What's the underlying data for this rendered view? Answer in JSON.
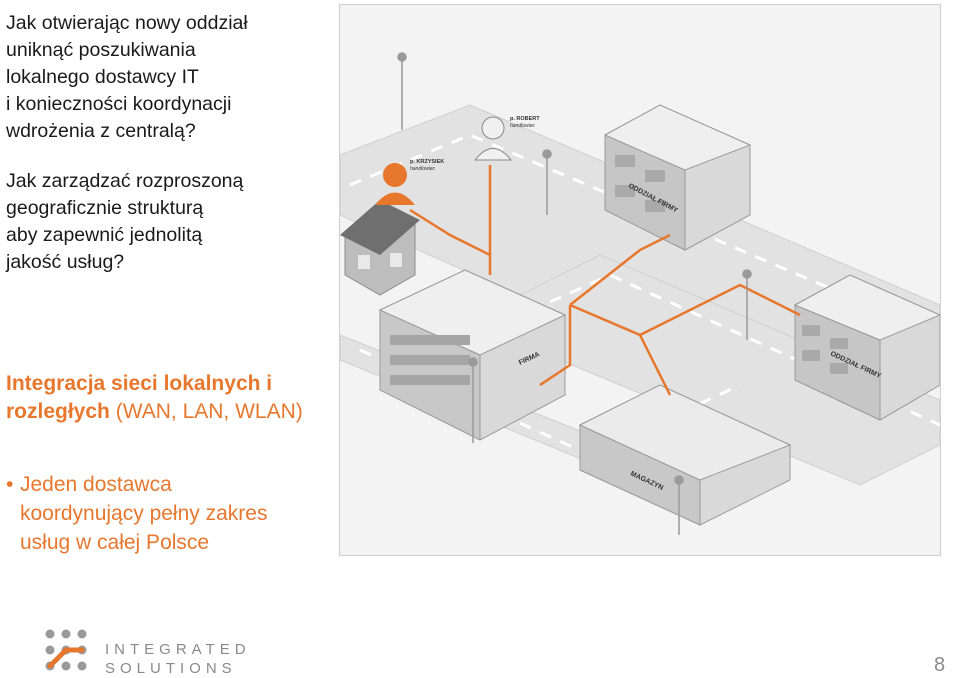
{
  "question_1": "Jak otwierając nowy oddział\nuniknąć poszukiwania\nlokalnego dostawcy IT\ni konieczności koordynacji\nwdrożenia z centralą?",
  "question_2": "Jak zarządzać rozproszoną\ngeograficznie strukturą\naby zapewnić jednolitą\njakość usług?",
  "integration": {
    "bold_part": "Integracja sieci lokalnych i rozległych",
    "rest_part": " (WAN, LAN, WLAN)"
  },
  "bullet": "Jeden dostawca\nkoordynujący pełny zakres\nusług w całej Polsce",
  "illustration": {
    "person_1": "p. ROBERT",
    "person_1_role": "handlowiec",
    "person_2": "p. KRZYSIEK",
    "person_2_role": "handlowiec",
    "building_1": "ODDZIAŁ FIRMY",
    "building_2": "ODDZIAŁ FIRMY",
    "building_3": "FIRMA",
    "building_4": "MAGAZYN"
  },
  "logo": {
    "line1": "INTEGRATED",
    "line2": "SOLUTIONS",
    "accent_color": "#e8772e",
    "dot_color": "#9a9a9a"
  },
  "page_number": "8"
}
